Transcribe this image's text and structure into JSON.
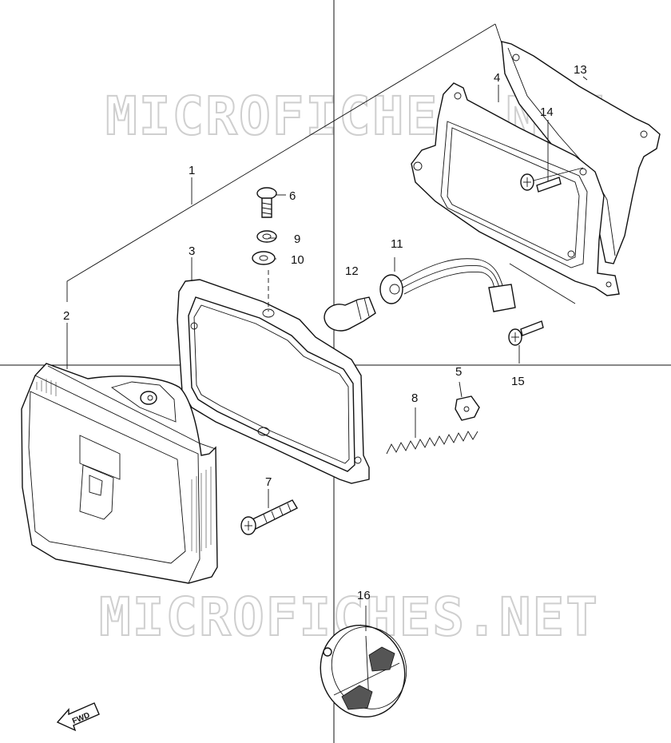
{
  "watermark": {
    "text_top": "MICROFICHES.NET",
    "text_bottom": "MICROFICHES.NET"
  },
  "direction_badge": {
    "label": "FWD"
  },
  "callouts": [
    {
      "id": "c1",
      "label": "1"
    },
    {
      "id": "c2",
      "label": "2"
    },
    {
      "id": "c3",
      "label": "3"
    },
    {
      "id": "c4",
      "label": "4"
    },
    {
      "id": "c5",
      "label": "5"
    },
    {
      "id": "c6",
      "label": "6"
    },
    {
      "id": "c7",
      "label": "7"
    },
    {
      "id": "c8",
      "label": "8"
    },
    {
      "id": "c9",
      "label": "9"
    },
    {
      "id": "c10",
      "label": "10"
    },
    {
      "id": "c11",
      "label": "11"
    },
    {
      "id": "c12",
      "label": "12"
    },
    {
      "id": "c13",
      "label": "13"
    },
    {
      "id": "c14",
      "label": "14"
    },
    {
      "id": "c15",
      "label": "15"
    },
    {
      "id": "c16",
      "label": "16"
    }
  ]
}
